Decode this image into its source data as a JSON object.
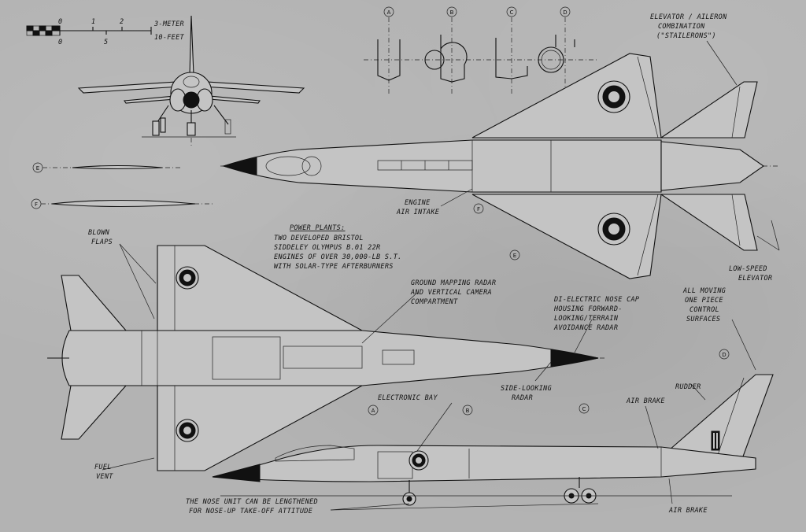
{
  "scale": {
    "meter_label": "3-METER",
    "feet_label": "10-FEET",
    "meter_ticks": [
      "0",
      "1",
      "2"
    ],
    "feet_ticks": [
      "0",
      "5"
    ]
  },
  "sections": [
    "A",
    "B",
    "C",
    "D",
    "E",
    "F"
  ],
  "labels": {
    "elevator_aileron": [
      "ELEVATOR / AILERON",
      "COMBINATION",
      "(\"STAILERONS\")"
    ],
    "engine_intake": [
      "ENGINE",
      "AIR INTAKE"
    ],
    "low_speed_elevator": [
      "LOW-SPEED",
      "ELEVATOR"
    ],
    "power_plants_title": "POWER PLANTS:",
    "power_plants": [
      "TWO DEVELOPED BRISTOL",
      "SIDDELEY OLYMPUS B.01 22R",
      "ENGINES OF OVER 30,000-LB S.T.",
      "WITH SOLAR-TYPE AFTERBURNERS"
    ],
    "blown_flaps": [
      "BLOWN",
      "FLAPS"
    ],
    "ground_radar": [
      "GROUND MAPPING RADAR",
      "AND VERTICAL CAMERA",
      "COMPARTMENT"
    ],
    "nose_cap": [
      "DI-ELECTRIC NOSE CAP",
      "HOUSING FORWARD-",
      "LOOKING/TERRAIN",
      "AVOIDANCE RADAR"
    ],
    "all_moving": [
      "ALL MOVING",
      "ONE PIECE",
      "CONTROL",
      "SURFACES"
    ],
    "side_radar": [
      "SIDE-LOOKING",
      "RADAR"
    ],
    "electronic_bay": "ELECTRONIC BAY",
    "air_brake_top": "AIR BRAKE",
    "rudder": "RUDDER",
    "fuel_vent": [
      "FUEL",
      "VENT"
    ],
    "air_brake_bottom": "AIR BRAKE",
    "nose_unit": [
      "THE NOSE UNIT CAN BE LENGTHENED",
      "FOR NOSE-UP TAKE-OFF ATTITUDE"
    ]
  }
}
